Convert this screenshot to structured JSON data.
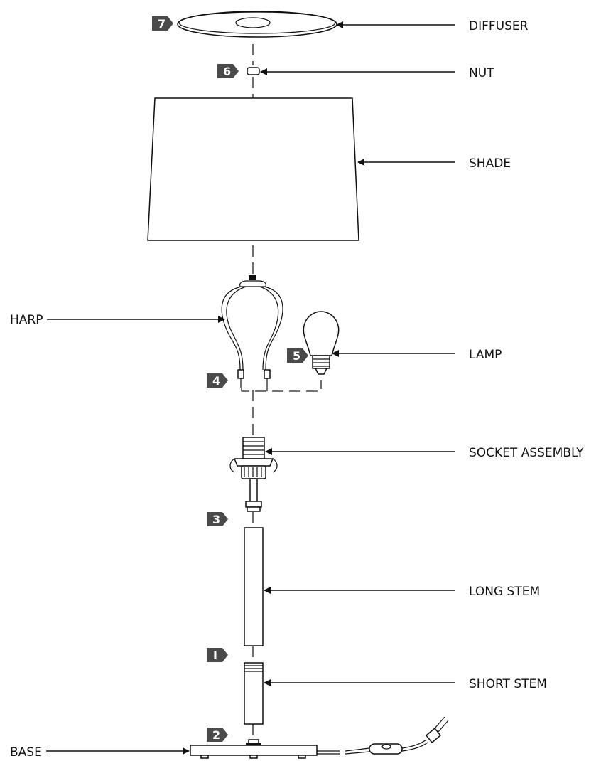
{
  "parts": {
    "diffuser": "DIFFUSER",
    "nut": "NUT",
    "shade": "SHADE",
    "harp": "HARP",
    "lamp": "LAMP",
    "socket_assembly": "SOCKET ASSEMBLY",
    "long_stem": "LONG STEM",
    "short_stem": "SHORT STEM",
    "base": "BASE"
  },
  "steps": {
    "step_1": "I",
    "step_2": "2",
    "step_3": "3",
    "step_4": "4",
    "step_5": "5",
    "step_6": "6",
    "step_7": "7"
  },
  "colors": {
    "badge": "#4a4a4a",
    "line": "#111111"
  }
}
